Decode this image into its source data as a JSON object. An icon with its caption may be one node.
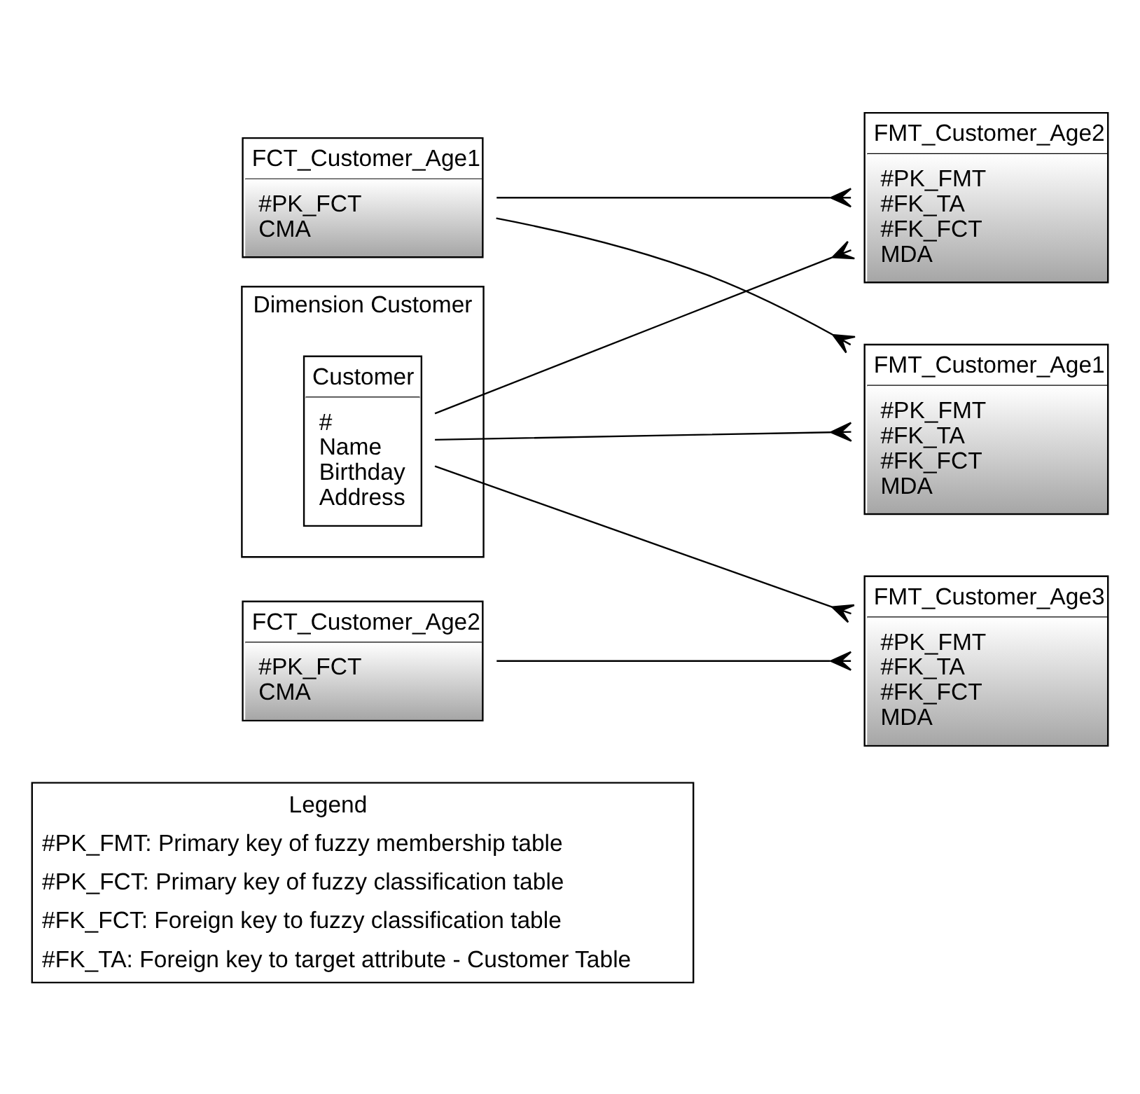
{
  "diagram": {
    "nodes": [
      {
        "text": [
          "Legend",
          "#PK_FMT: Primary key of fuzzy membership table",
          "#PK_FCT: Primary key of fuzzy classification table",
          "#FK_FCT: Foreign key to fuzzy classification table",
          "#FK_TA: Foreign key to target attribute - Customer Table"
        ]
      },
      {
        "text": [
          "FMT_Customer_Age1",
          "#PK_FMT",
          "#FK_TA",
          "#FK_FCT",
          "MDA"
        ]
      },
      {
        "text": [
          "FCT_Customer_Age1",
          "#PK_FCT",
          "CMA"
        ]
      },
      {
        "text": [
          "Dimension Customer"
        ]
      },
      {
        "text": [
          "Customer",
          "#",
          "Name",
          "Birthday",
          "Address"
        ],
        "in": 3
      },
      {
        "text": [
          "FMT_Customer_Age2",
          "#PK_FMT",
          "#FK_TA",
          "#FK_FCT",
          "MDA"
        ]
      },
      {
        "text": [
          "FMT_Customer_Age3",
          "#PK_FMT",
          "#FK_TA",
          "#FK_FCT",
          "MDA"
        ]
      },
      {
        "text": [
          "FCT_Customer_Age2",
          "#PK_FCT",
          "CMA"
        ]
      }
    ],
    "edges": [
      {
        "from": 4,
        "to": 1,
        "arrow": "other"
      },
      {
        "from": 4,
        "to": 5,
        "arrow": "other"
      },
      {
        "from": 4,
        "to": 6,
        "arrow": "other"
      },
      {
        "from": 2,
        "to": 1,
        "arrow": "other"
      },
      {
        "from": 2,
        "to": 5,
        "arrow": "other"
      },
      {
        "from": 7,
        "to": 6,
        "arrow": "other"
      }
    ]
  }
}
